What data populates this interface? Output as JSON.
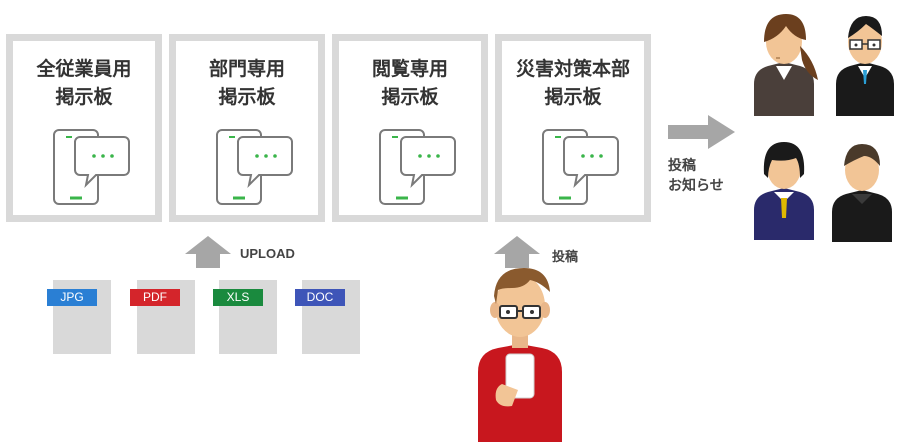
{
  "boards": [
    {
      "line1": "全従業員用",
      "line2": "掲示板"
    },
    {
      "line1": "部門専用",
      "line2": "掲示板"
    },
    {
      "line1": "閲覧専用",
      "line2": "掲示板"
    },
    {
      "line1": "災害対策本部",
      "line2": "掲示板"
    }
  ],
  "upload_label": "UPLOAD",
  "post_label": "投稿",
  "notify_label": {
    "line1": "投稿",
    "line2": "お知らせ"
  },
  "documents": [
    {
      "type": "JPG",
      "color": "#2a7fd4"
    },
    {
      "type": "PDF",
      "color": "#d4252b"
    },
    {
      "type": "XLS",
      "color": "#1a8a3e"
    },
    {
      "type": "DOC",
      "color": "#3e55b8"
    }
  ],
  "colors": {
    "frame": "#d9d9d9",
    "arrow": "#a6a6a6",
    "icon_green": "#3ab54a",
    "icon_gray": "#7a7a7a"
  }
}
